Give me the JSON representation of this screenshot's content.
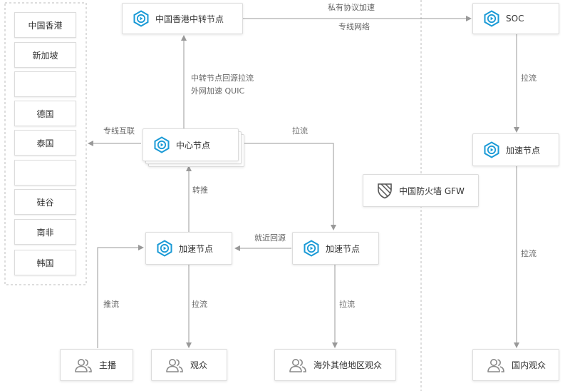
{
  "regions": [
    "中国香港",
    "新加坡",
    "",
    "德国",
    "泰国",
    "",
    "硅谷",
    "南非",
    "韩国"
  ],
  "nodes": {
    "hk_relay": "中国香港中转节点",
    "soc": "SOC",
    "center": "中心节点",
    "accel_right": "加速节点",
    "gfw": "中国防火墙 GFW",
    "accel_left": "加速节点",
    "accel_mid": "加速节点",
    "anchor": "主播",
    "viewers": "观众",
    "overseas": "海外其他地区观众",
    "domestic": "国内观众"
  },
  "edges": {
    "private_protocol": "私有协议加速",
    "dedicated_network": "专线网络",
    "relay_line1": "中转节点回源拉流",
    "relay_line2": "外网加速 QUIC",
    "interconnect": "专线互联",
    "pull_center": "拉流",
    "pull_soc": "拉流",
    "pull_domestic": "拉流",
    "forward": "转推",
    "nearby_source": "就近回源",
    "push": "推流",
    "pull_viewers": "拉流",
    "pull_overseas": "拉流"
  },
  "colors": {
    "accent": "#1a9ad6",
    "line": "#999999",
    "border": "#dcdcdc",
    "person": "#8a8a8a"
  }
}
